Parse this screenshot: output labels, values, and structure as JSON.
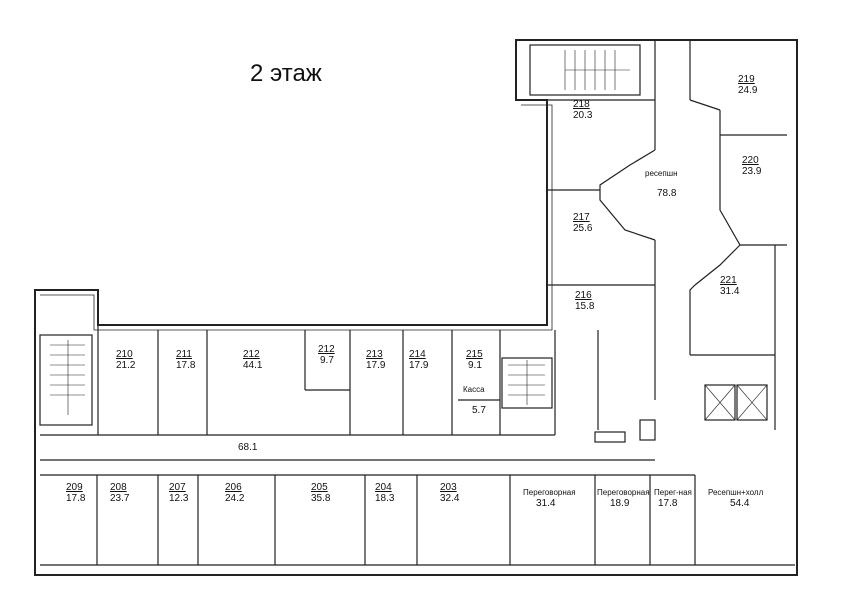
{
  "title": "2 этаж",
  "rooms": [
    {
      "number": "210",
      "area": "21.2"
    },
    {
      "number": "211",
      "area": "17.8"
    },
    {
      "number": "212",
      "area": "44.1"
    },
    {
      "number": "212",
      "area": "9.7"
    },
    {
      "number": "213",
      "area": "17.9"
    },
    {
      "number": "214",
      "area": "17.9"
    },
    {
      "number": "215",
      "area": "9.1"
    },
    {
      "number": "",
      "label": "Касса",
      "area": "5.7"
    },
    {
      "number": "209",
      "area": "17.8"
    },
    {
      "number": "208",
      "area": "23.7"
    },
    {
      "number": "207",
      "area": "12.3"
    },
    {
      "number": "206",
      "area": "24.2"
    },
    {
      "number": "205",
      "area": "35.8"
    },
    {
      "number": "204",
      "area": "18.3"
    },
    {
      "number": "203",
      "area": "32.4"
    },
    {
      "number": "",
      "label": "Переговорная",
      "area": "31.4"
    },
    {
      "number": "",
      "label": "Переговорная",
      "area": "18.9"
    },
    {
      "number": "",
      "label": "Перег-ная",
      "area": "17.8"
    },
    {
      "number": "",
      "label": "Ресепшн+холл",
      "area": "54.4"
    },
    {
      "number": "218",
      "area": "20.3"
    },
    {
      "number": "217",
      "area": "25.6"
    },
    {
      "number": "216",
      "area": "15.8"
    },
    {
      "number": "219",
      "area": "24.9"
    },
    {
      "number": "220",
      "area": "23.9"
    },
    {
      "number": "221",
      "area": "31.4"
    },
    {
      "number": "",
      "label": "ресепшн",
      "area": "78.8"
    }
  ],
  "corridor": {
    "area": "68.1"
  }
}
